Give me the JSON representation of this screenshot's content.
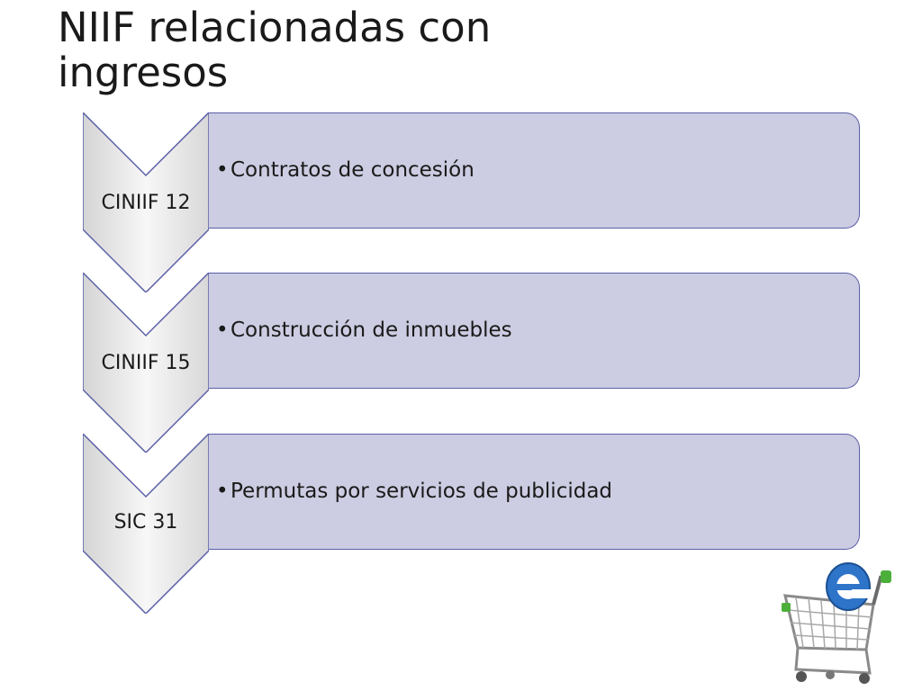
{
  "title": "NIIF relacionadas con\ningresos",
  "items": [
    {
      "label": "CINIIF 12",
      "text": "Contratos de concesión"
    },
    {
      "label": "CINIIF 15",
      "text": "Construcción de inmuebles"
    },
    {
      "label": "SIC 31",
      "text": "Permutas por servicios de publicidad"
    }
  ],
  "icons": {
    "decoration": "shopping-cart-with-e-icon"
  },
  "colors": {
    "panel_fill": "#ccccE2",
    "panel_border": "#5b5fa6",
    "chevron_fill": "#e6e6e6"
  }
}
